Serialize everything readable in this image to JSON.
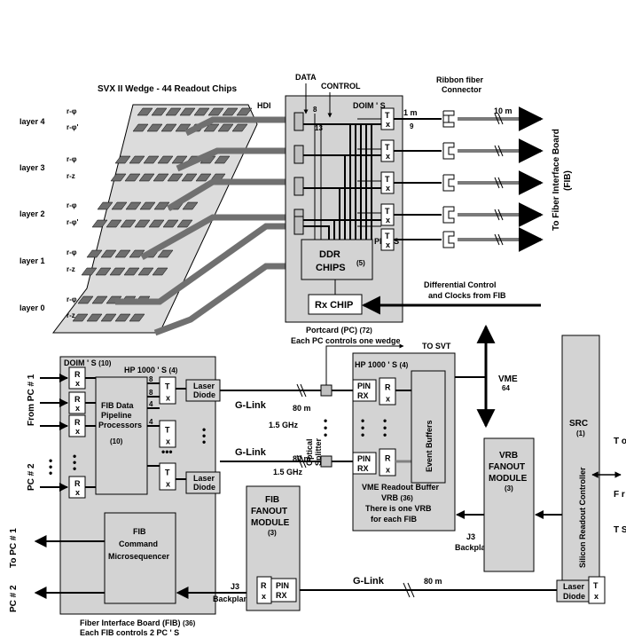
{
  "wedge": {
    "title": "SVX II Wedge - 44  Readout Chips",
    "hdi": "HDI",
    "layers": [
      {
        "name": "layer 4",
        "a": "r-φ",
        "b": "r-φ'"
      },
      {
        "name": "layer 3",
        "a": "r-φ",
        "b": "r-z"
      },
      {
        "name": "layer 2",
        "a": "r-φ",
        "b": "r-φ'"
      },
      {
        "name": "layer 1",
        "a": "r-φ",
        "b": "r-z"
      },
      {
        "name": "layer 0",
        "a": "r-φ",
        "b": "r-z"
      }
    ]
  },
  "portcard": {
    "data": "DATA",
    "control": "CONTROL",
    "n8": "8",
    "n13": "13",
    "doims": "DOIM ' S",
    "tx": [
      "T",
      "x"
    ],
    "one_m": "1 m",
    "nine": "9",
    "ribbon1": "Ribbon fiber",
    "ribbon2": "Connector",
    "ten_m": "10 m",
    "pins": "PIN ' S",
    "ddr1": "DDR",
    "ddr2": "CHIPS",
    "ddr_n": "(5)",
    "rx_chip": "Rx CHIP",
    "diff1": "Differential Control",
    "diff2": "and Clocks from FIB",
    "to_fib": "To Fiber Interface Board",
    "to_fib2": "(FIB)",
    "caption1": "Portcard (PC)",
    "caption1_n": "(72)",
    "caption2": "Each PC controls one wedge"
  },
  "fib": {
    "doims": "DOIM ' S",
    "doims_n": "(10)",
    "hp": "HP 1000 ' S",
    "hp_n": "(4)",
    "from_pc1": "From PC # 1",
    "pc2": "PC # 2",
    "rx": [
      "R",
      "x"
    ],
    "tx": [
      "T",
      "x"
    ],
    "pipe1": "FIB Data",
    "pipe2": "Pipeline",
    "pipe3": "Processors",
    "pipe_n": "(10)",
    "n8a": "8",
    "n8b": "8",
    "n4a": "4",
    "n4b": "4",
    "laser1": "Laser",
    "laser2": "Diode",
    "cmd1": "FIB",
    "cmd2": "Command",
    "cmd3": "Microsequencer",
    "to_pc1": "To PC # 1",
    "pc2_out": "PC # 2",
    "j3": "J3",
    "backplane": "Backplane",
    "caption1": "Fiber Interface Board (FIB)",
    "caption1_n": "(36)",
    "caption2": "Each FIB controls 2 PC ' S"
  },
  "links": {
    "glink": "G-Link",
    "eighty": "80 m",
    "ghz": "1.5 GHz",
    "optical1": "Optical",
    "optical2": "Splitter",
    "to_svt": "TO SVT"
  },
  "fanout": {
    "l1": "FIB",
    "l2": "FANOUT",
    "l3": "MODULE",
    "n": "(3)",
    "rx": [
      "R",
      "x"
    ],
    "pin1": "PIN",
    "pin2": "RX"
  },
  "vrb": {
    "hp": "HP 1000 ' S",
    "hp_n": "(4)",
    "pin1": "PIN",
    "pin2": "RX",
    "rx": [
      "R",
      "x"
    ],
    "event": "Event Buffers",
    "vme": "VME",
    "vme_n": "64",
    "cap1": "VME Readout Buffer",
    "cap2": "VRB",
    "cap2_n": "(36)",
    "cap3": "There is one VRB",
    "cap4": "for each FIB",
    "j3": "J3",
    "backplane": "Backplane"
  },
  "vrbfan": {
    "l1": "VRB",
    "l2": "FANOUT",
    "l3": "MODULE",
    "n": "(3)"
  },
  "src": {
    "l1": "SRC",
    "n": "(1)",
    "vertical": "Silicon Readout Controller",
    "laser1": "Laser",
    "laser2": "Diode",
    "tx": [
      "T",
      "x"
    ],
    "to": "T o",
    "from": "F r o m",
    "ts": "T S",
    "glink": "G-Link",
    "eighty": "80 m"
  }
}
